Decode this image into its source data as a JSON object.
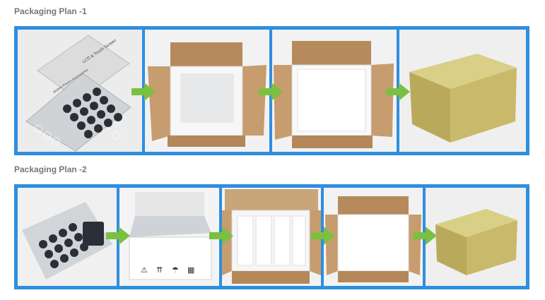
{
  "plans": [
    {
      "title": "Packaging Plan -1"
    },
    {
      "title": "Packaging Plan -2"
    }
  ],
  "product_box_text": {
    "line1": "LCD & Touch Screen",
    "line2": "Mobile Phone Accessories"
  },
  "colors": {
    "frame_blue": "#2f8ee0",
    "arrow_green": "#7ac142",
    "cardboard": "#c9a57a",
    "foam": "#f4f4f4",
    "title_gray": "#777777"
  },
  "icons": [
    "arrow-right-icon",
    "fragile-icon",
    "this-way-up-icon",
    "keep-dry-icon"
  ]
}
